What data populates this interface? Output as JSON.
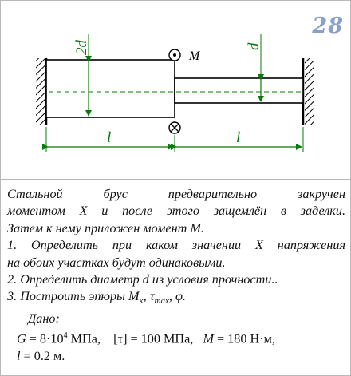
{
  "problem_number": "28",
  "figure": {
    "label_2d": "2d",
    "label_d": "d",
    "label_M": "M",
    "label_l_left": "l",
    "label_l_right": "l",
    "dimension_color": "#0a7a0a"
  },
  "text": {
    "intro_line1": "Стальной брус предварительно закручен",
    "intro_line2": "моментом X и после этого защемлён в заделки.",
    "intro_line3": "Затем к нему приложен момент M.",
    "item1_line1": "1.  Определить при каком значении X напряжения",
    "item1_line2": "на обоих участках будут одинаковыми.",
    "item2": "2.  Определить диаметр d из условия прочности..",
    "item3_prefix": "3.  Построить эпюры M",
    "item3_sub_k": "к",
    "item3_mid": ", τ",
    "item3_sub_max": "max",
    "item3_suffix": ", φ.",
    "given_title": "Дано:",
    "given_G_label": "G",
    "given_G_value": " = 8·10",
    "given_G_exp": "4",
    "given_G_unit": " МПа,",
    "given_tau": "[τ] = 100 МПа,",
    "given_M_label": "M",
    "given_M_value": " = 180 Н·м,",
    "given_l_label": "l",
    "given_l_value": " = 0.2 м."
  }
}
